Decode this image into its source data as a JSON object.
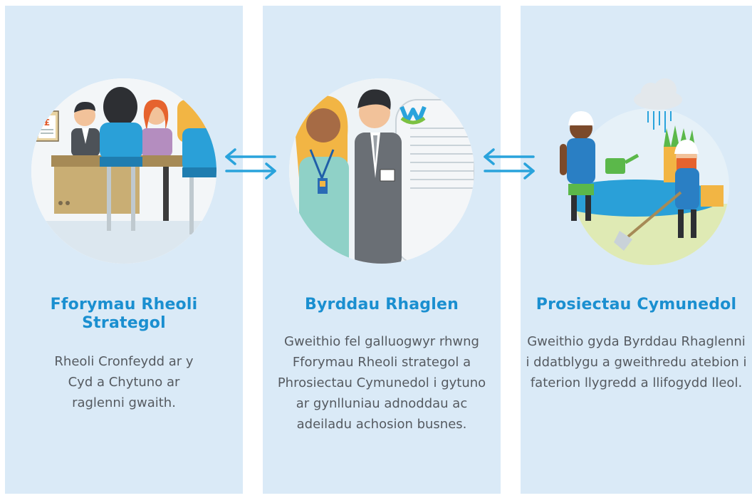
{
  "panels": [
    {
      "title": "Fforymau Rheoli Strategol",
      "description": "Rheoli Cronfeydd ar y Cyd a Chytuno ar raglenni gwaith."
    },
    {
      "title": "Byrddau Rhaglen",
      "description": "Gweithio fel galluogwyr rhwng Fforymau Rheoli strategol a Phrosiectau Cymunedol i gytuno ar gynlluniau adnoddau ac adeiladu achosion busnes."
    },
    {
      "title": "Prosiectau Cymunedol",
      "description": "Gweithio gyda Byrddau Rhaglenni i ddatblygu a gweithredu atebion i faterion llygredd a llifogydd lleol."
    }
  ],
  "icons": {
    "pound_sign": "£",
    "arrow_color": "#29a3dc",
    "title_color": "#1a8fd0",
    "panel_color": "#daeaf7"
  }
}
